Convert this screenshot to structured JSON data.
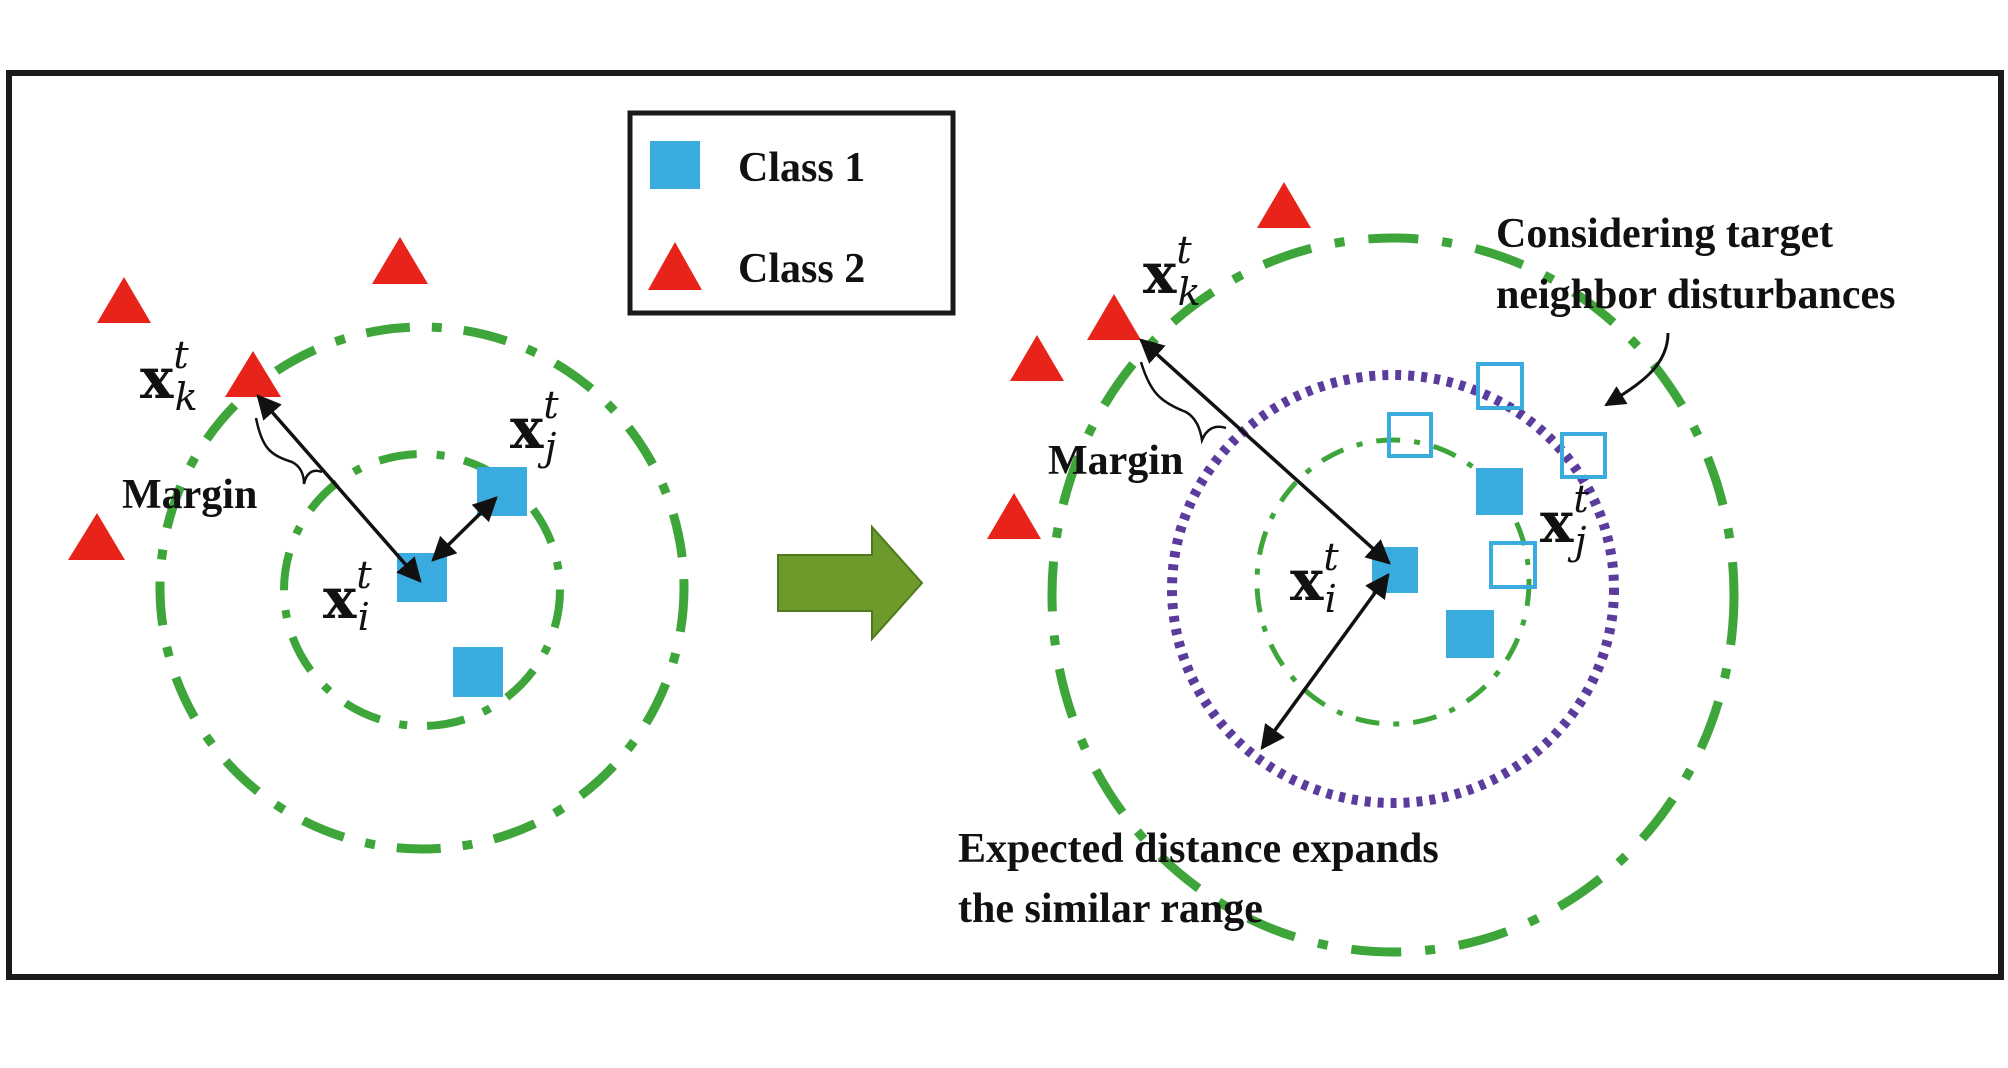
{
  "legend": {
    "class1_label": "Class 1",
    "class2_label": "Class 2"
  },
  "colors": {
    "class1": "#3aabdf",
    "class2": "#e8241a",
    "circle_green": "#3ea53a",
    "circle_purple": "#5b3c9c",
    "arrow_green": "#6e9a2c",
    "frame": "#1a1a1a"
  },
  "left_panel": {
    "margin_label": "Margin",
    "xi": {
      "base": "x",
      "sup": "t",
      "sub": "i"
    },
    "xj": {
      "base": "x",
      "sup": "t",
      "sub": "j"
    },
    "xk": {
      "base": "x",
      "sup": "t",
      "sub": "k"
    }
  },
  "right_panel": {
    "margin_label": "Margin",
    "xi": {
      "base": "x",
      "sup": "t",
      "sub": "i"
    },
    "xj": {
      "base": "x",
      "sup": "t",
      "sub": "j"
    },
    "xk": {
      "base": "x",
      "sup": "t",
      "sub": "k"
    },
    "annotation_top_line1": "Considering target",
    "annotation_top_line2": "neighbor disturbances",
    "annotation_bottom_line1": "Expected distance expands",
    "annotation_bottom_line2": "the similar range"
  },
  "transition_arrow": {
    "icon": "right-arrow-icon"
  }
}
